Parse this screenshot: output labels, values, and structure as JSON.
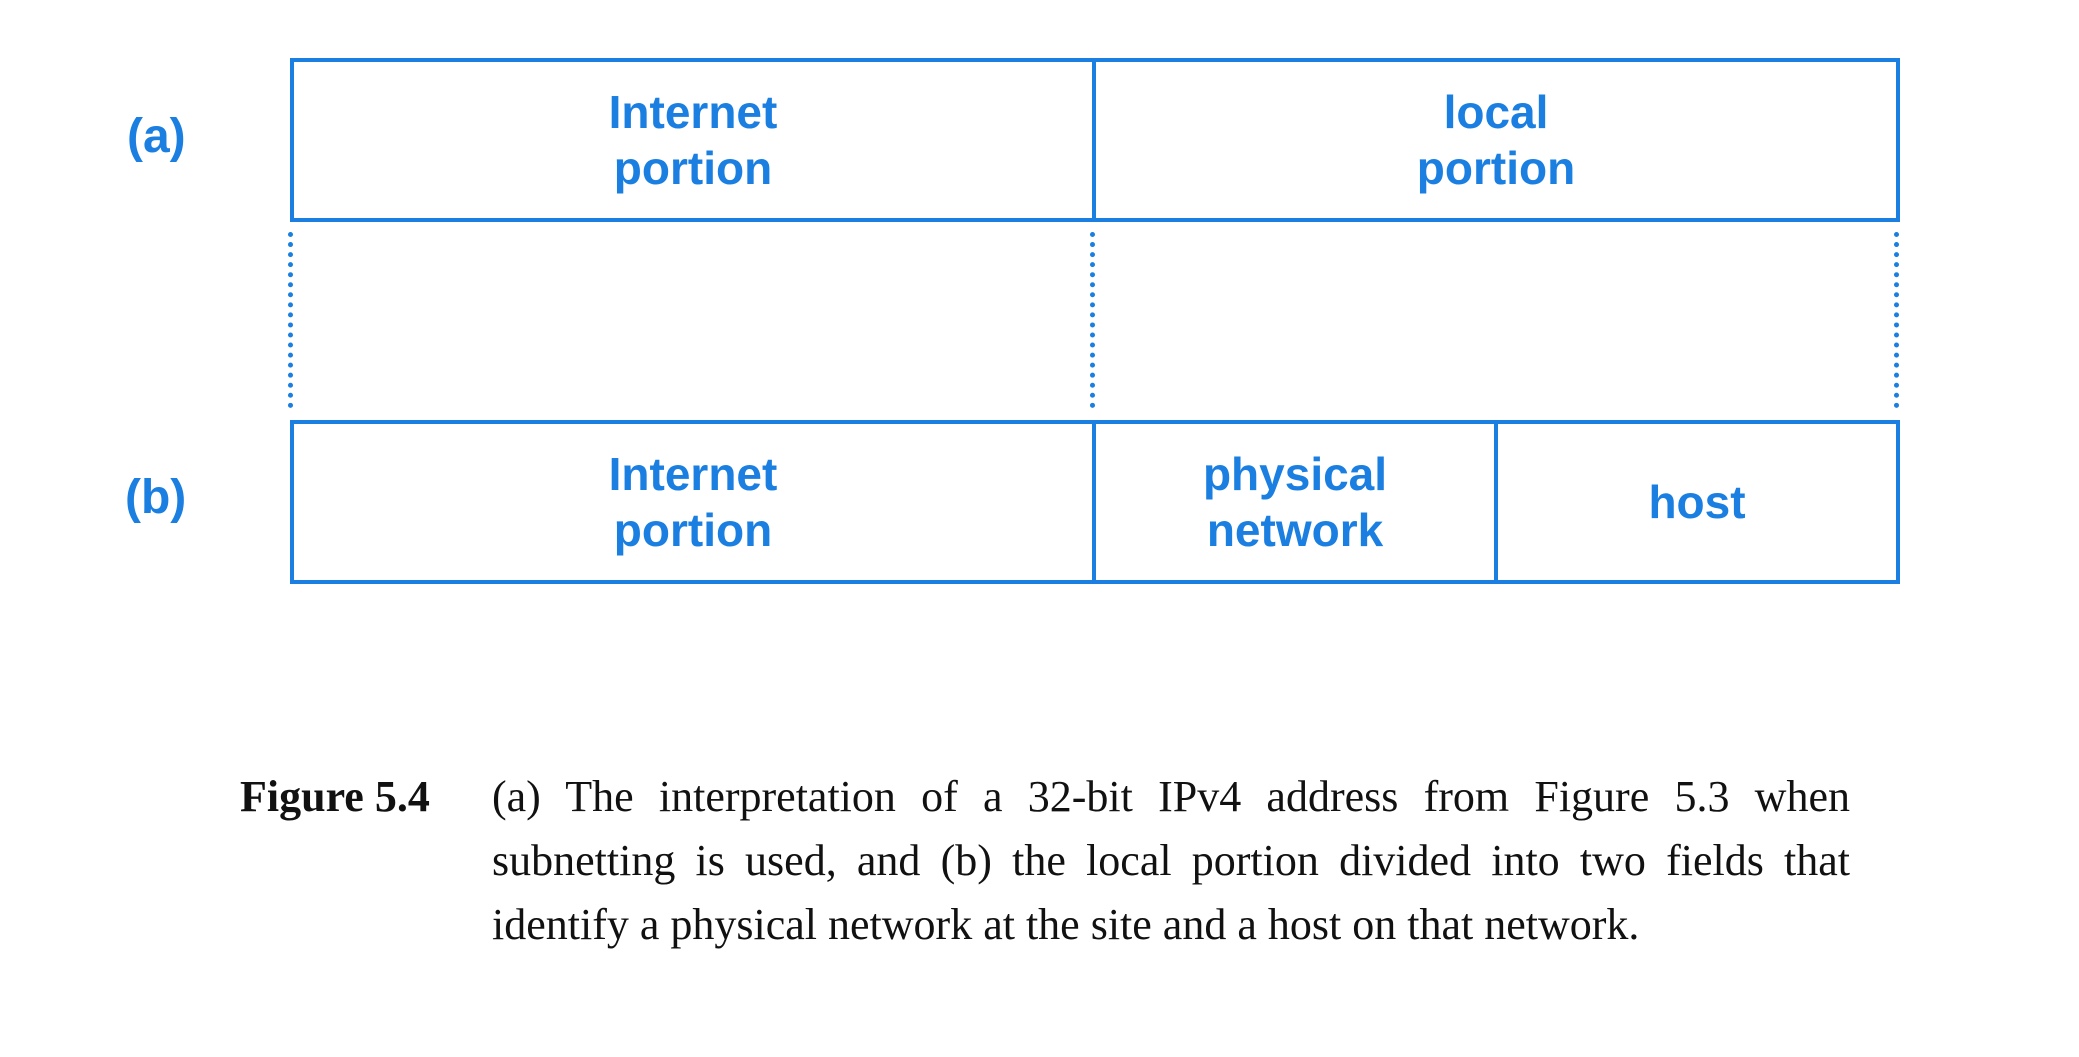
{
  "diagram": {
    "row_a": {
      "label": "(a)",
      "fields": [
        {
          "text": "Internet\nportion"
        },
        {
          "text": "local\nportion"
        }
      ]
    },
    "row_b": {
      "label": "(b)",
      "fields": [
        {
          "text": "Internet\nportion"
        },
        {
          "text": "physical\nnetwork"
        },
        {
          "text": "host"
        }
      ]
    },
    "accent_color": "#1a7fe0"
  },
  "caption": {
    "label": "Figure 5.4",
    "text": "(a) The interpretation of a 32-bit IPv4 address from Figure 5.3 when subnetting is used, and (b) the local portion divided into two fields that identify a physical network at the site and a host on that network."
  }
}
